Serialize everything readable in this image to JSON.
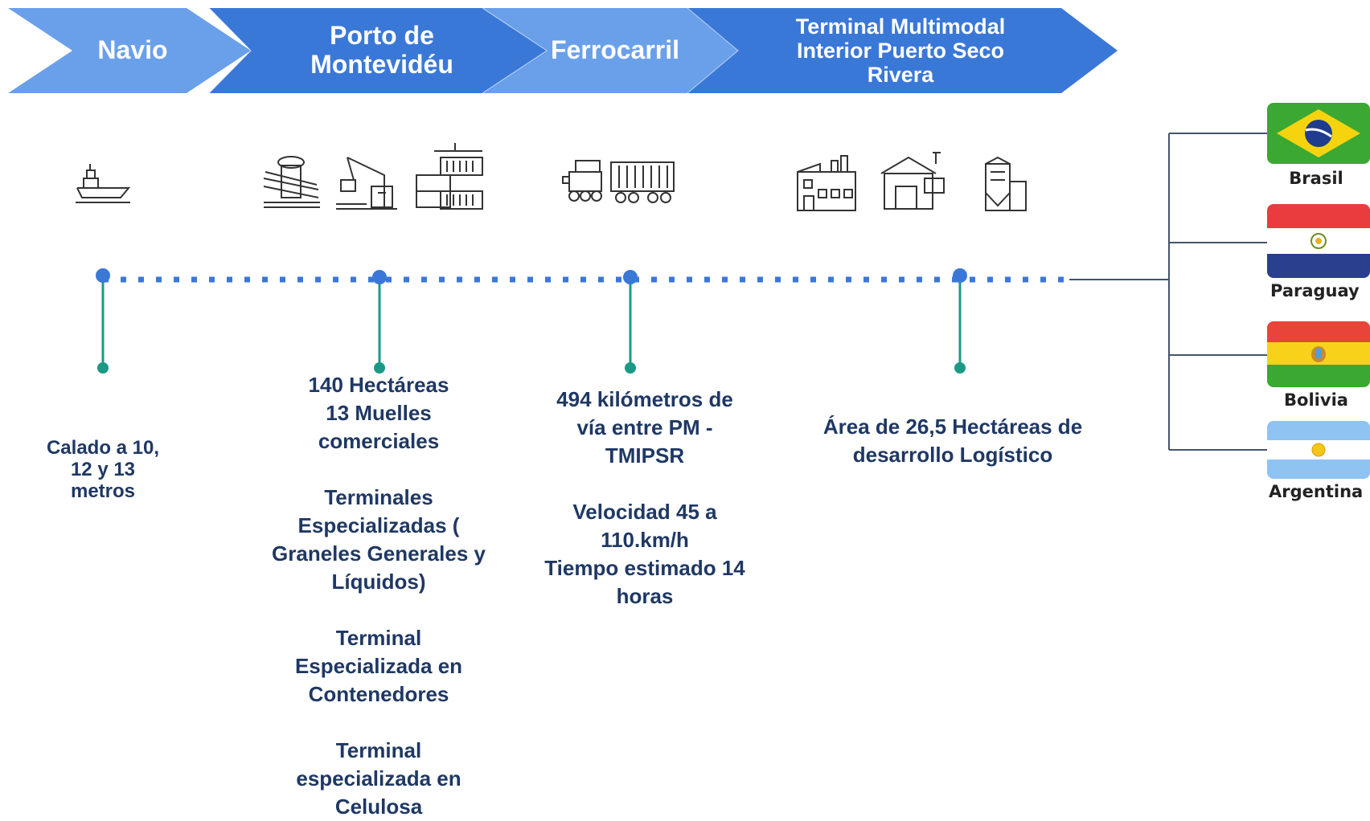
{
  "stages": [
    {
      "name": "Navio"
    },
    {
      "name": "Porto de\nMontevidéu"
    },
    {
      "name": "Ferrocarril"
    },
    {
      "name": "Terminal Multimodal\nInterior Puerto Seco\nRivera"
    }
  ],
  "icons": {
    "navio": [
      "ship-icon"
    ],
    "porto": [
      "port-crane-mooring-icon",
      "harbor-crane-icon",
      "container-stack-icon"
    ],
    "ferrocarril": [
      "locomotive-icon",
      "freight-wagon-icon"
    ],
    "terminal": [
      "factory-icon",
      "warehouse-icon",
      "silo-icon"
    ]
  },
  "details": {
    "navio": "Calado a 10,\n12 y 13\nmetros",
    "porto": "140 Hectáreas\n13 Muelles\ncomerciales\n\nTerminales\nEspecializadas (\nGraneles Generales y\nLíquidos)\n\nTerminal\nEspecializada en\nContenedores\n\nTerminal\nespecializada en\nCelulosa",
    "ferrocarril": "494 kilómetros de\nvía entre PM -\nTMIPSR\n\nVelocidad 45 a\n110.km/h\nTiempo estimado 14\nhoras",
    "terminal": "Área de 26,5 Hectáreas de\ndesarrollo Logístico"
  },
  "countries": [
    {
      "name": "Brasil",
      "flag": "brazil-flag"
    },
    {
      "name": "Paraguay",
      "flag": "paraguay-flag"
    },
    {
      "name": "Bolivia",
      "flag": "bolivia-flag"
    },
    {
      "name": "Argentina",
      "flag": "argentina-flag"
    }
  ],
  "colors": {
    "chevron_dark": "#3a78d8",
    "chevron_light": "#6aa0ea",
    "timeline_dots": "#3a78d8",
    "connector": "#1a9a86",
    "detail_text": "#1f3864"
  }
}
